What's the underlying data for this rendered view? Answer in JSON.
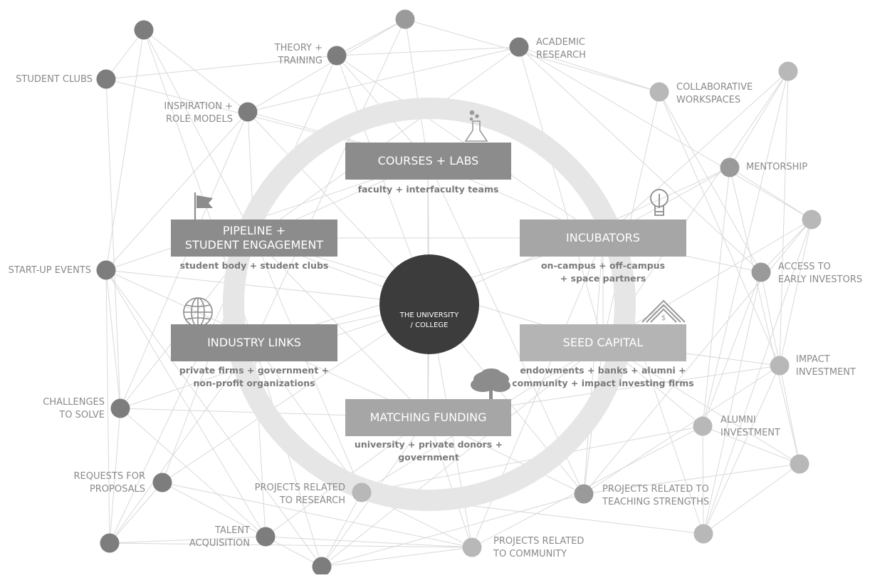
{
  "center": {
    "line1": "THE UNIVERSITY",
    "line2": "/ COLLEGE"
  },
  "programs": {
    "courses": {
      "title": "COURSES + LABS",
      "sub1": "faculty + interfaculty teams"
    },
    "incubators": {
      "title": "INCUBATORS",
      "sub1": "on-campus + off-campus",
      "sub2": "+ space partners"
    },
    "pipeline": {
      "title1": "PIPELINE +",
      "title2": "STUDENT ENGAGEMENT",
      "sub1": "student body + student clubs"
    },
    "industry": {
      "title": "INDUSTRY LINKS",
      "sub1": "private firms + government +",
      "sub2": "non-profit organizations"
    },
    "seed": {
      "title": "SEED CAPITAL",
      "sub1": "endowments + banks + alumni +",
      "sub2": "community + impact investing firms"
    },
    "matching": {
      "title": "MATCHING FUNDING",
      "sub1": "university + private donors +",
      "sub2": "government"
    }
  },
  "nodes": {
    "student_clubs": {
      "l1": "STUDENT CLUBS"
    },
    "theory_training": {
      "l1": "THEORY +",
      "l2": "TRAINING"
    },
    "academic_research": {
      "l1": "ACADEMIC",
      "l2": "RESEARCH"
    },
    "collaborative_workspaces": {
      "l1": "COLLABORATIVE",
      "l2": "WORKSPACES"
    },
    "inspiration": {
      "l1": "INSPIRATION +",
      "l2": "ROLE MODELS"
    },
    "mentorship": {
      "l1": "MENTORSHIP"
    },
    "startup_events": {
      "l1": "START-UP EVENTS"
    },
    "early_investors": {
      "l1": "ACCESS TO",
      "l2": "EARLY INVESTORS"
    },
    "impact_investment": {
      "l1": "IMPACT",
      "l2": "INVESTMENT"
    },
    "challenges": {
      "l1": "CHALLENGES",
      "l2": "TO SOLVE"
    },
    "alumni_investment": {
      "l1": "ALUMNI",
      "l2": "INVESTMENT"
    },
    "rfp": {
      "l1": "REQUESTS FOR",
      "l2": "PROPOSALS"
    },
    "projects_research": {
      "l1": "PROJECTS RELATED",
      "l2": "TO RESEARCH"
    },
    "projects_teaching": {
      "l1": "PROJECTS RELATED TO",
      "l2": "TEACHING STRENGTHS"
    },
    "talent": {
      "l1": "TALENT",
      "l2": "ACQUISITION"
    },
    "projects_community": {
      "l1": "PROJECTS RELATED",
      "l2": "TO COMMUNITY"
    }
  },
  "colors": {
    "background": "#ffffff",
    "ring": "#e6e6e6",
    "edge": "#d9d9d9",
    "center": "#3c3c3c",
    "box_dark": "#8c8c8c",
    "box_light": "#b4b4b4",
    "node_dark": "#7d7d7d",
    "node_mid": "#9a9a9a",
    "node_light": "#b8b8b8"
  },
  "icons": [
    "flask-icon",
    "lightbulb-icon",
    "flag-icon",
    "globe-icon",
    "money-stack-icon",
    "tree-icon",
    "university-building-icon"
  ]
}
